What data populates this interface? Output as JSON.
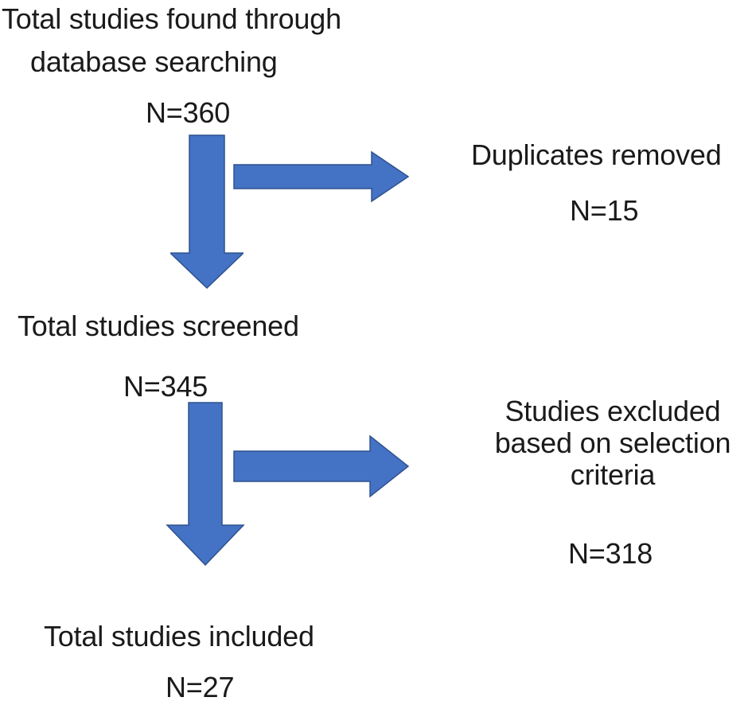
{
  "diagram": {
    "title": "PRISMA study selection flow diagram",
    "type": "flowchart",
    "colors": {
      "arrow_fill": "#4472C4",
      "arrow_stroke": "#2F528F",
      "text": "#1A1A1A",
      "background": "#FFFFFF"
    },
    "nodes": {
      "found": {
        "line1": "Total studies found through",
        "line2": "database searching",
        "count": "N=360"
      },
      "duplicates": {
        "label": "Duplicates removed",
        "count": "N=15"
      },
      "screened": {
        "label": "Total studies screened",
        "count": "N=345"
      },
      "excluded": {
        "label": "Studies excluded based on selection criteria",
        "count": "N=318"
      },
      "included": {
        "label": "Total studies included",
        "count": "N=27"
      }
    },
    "flow_data": {
      "identified": 360,
      "duplicates_removed": 15,
      "screened": 345,
      "excluded_by_criteria": 318,
      "included": 27
    },
    "icons": {
      "down_arrow_1": "arrow-down-icon",
      "right_arrow_1": "arrow-right-icon",
      "down_arrow_2": "arrow-down-icon",
      "right_arrow_2": "arrow-right-icon"
    }
  }
}
